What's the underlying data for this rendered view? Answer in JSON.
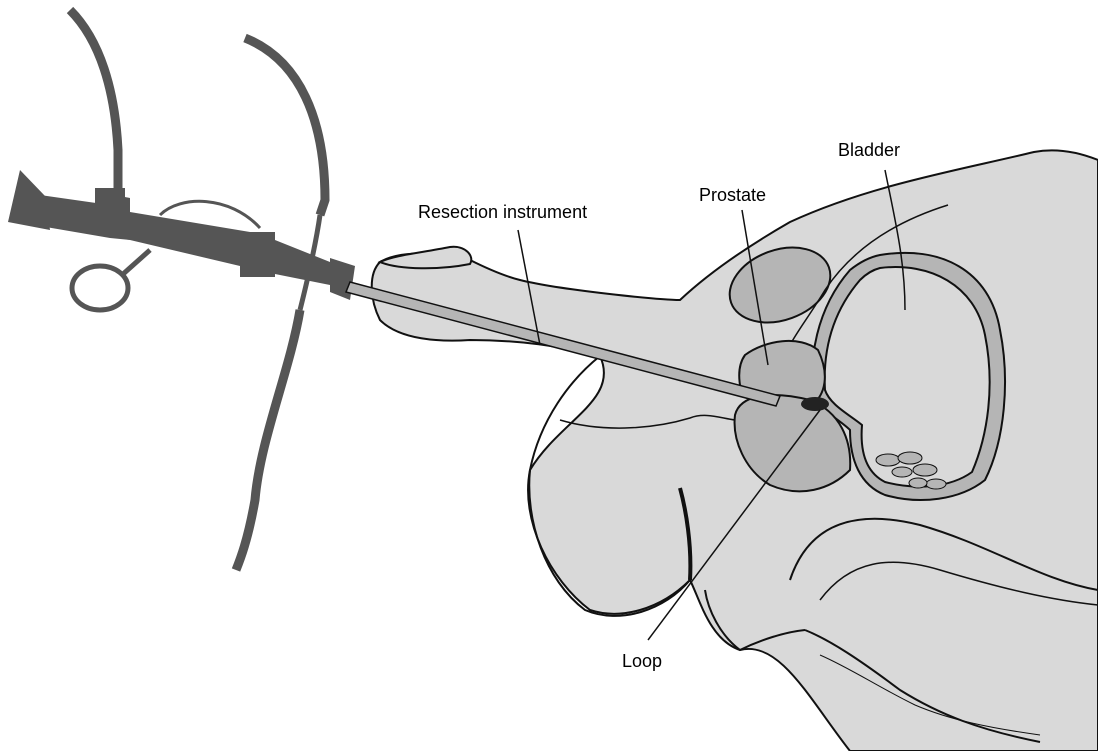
{
  "labels": {
    "resection_instrument": "Resection instrument",
    "prostate": "Prostate",
    "bladder": "Bladder",
    "loop": "Loop"
  },
  "colors": {
    "body_fill": "#d9d9d9",
    "organ_fill": "#b5b5b5",
    "instrument": "#555555",
    "outline": "#111111"
  }
}
